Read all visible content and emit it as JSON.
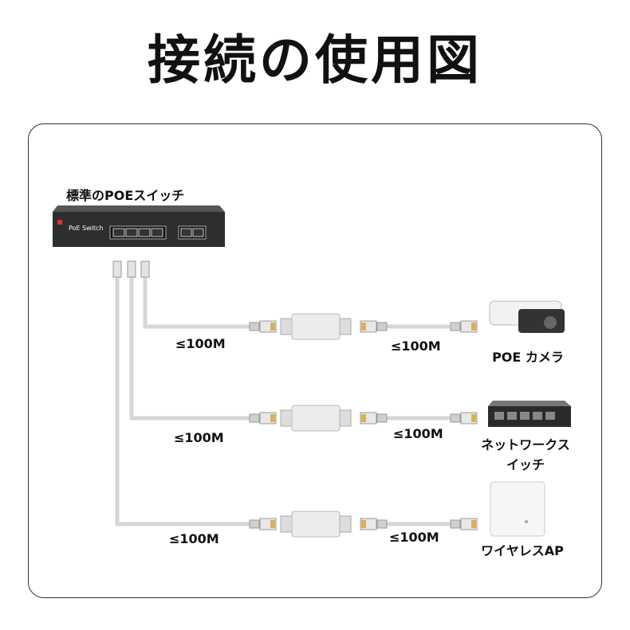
{
  "title": "接続の使用図",
  "switch": {
    "label": "標準のPOEスイッチ",
    "brand_text": "PoE Switch"
  },
  "rows": [
    {
      "left_distance": "≤100M",
      "right_distance": "≤100M",
      "device": "POE カメラ",
      "device_line2": ""
    },
    {
      "left_distance": "≤100M",
      "right_distance": "≤100M",
      "device": "ネットワークス",
      "device_line2": "イッチ"
    },
    {
      "left_distance": "≤100M",
      "right_distance": "≤100M",
      "device": "ワイヤレスAP",
      "device_line2": ""
    }
  ]
}
